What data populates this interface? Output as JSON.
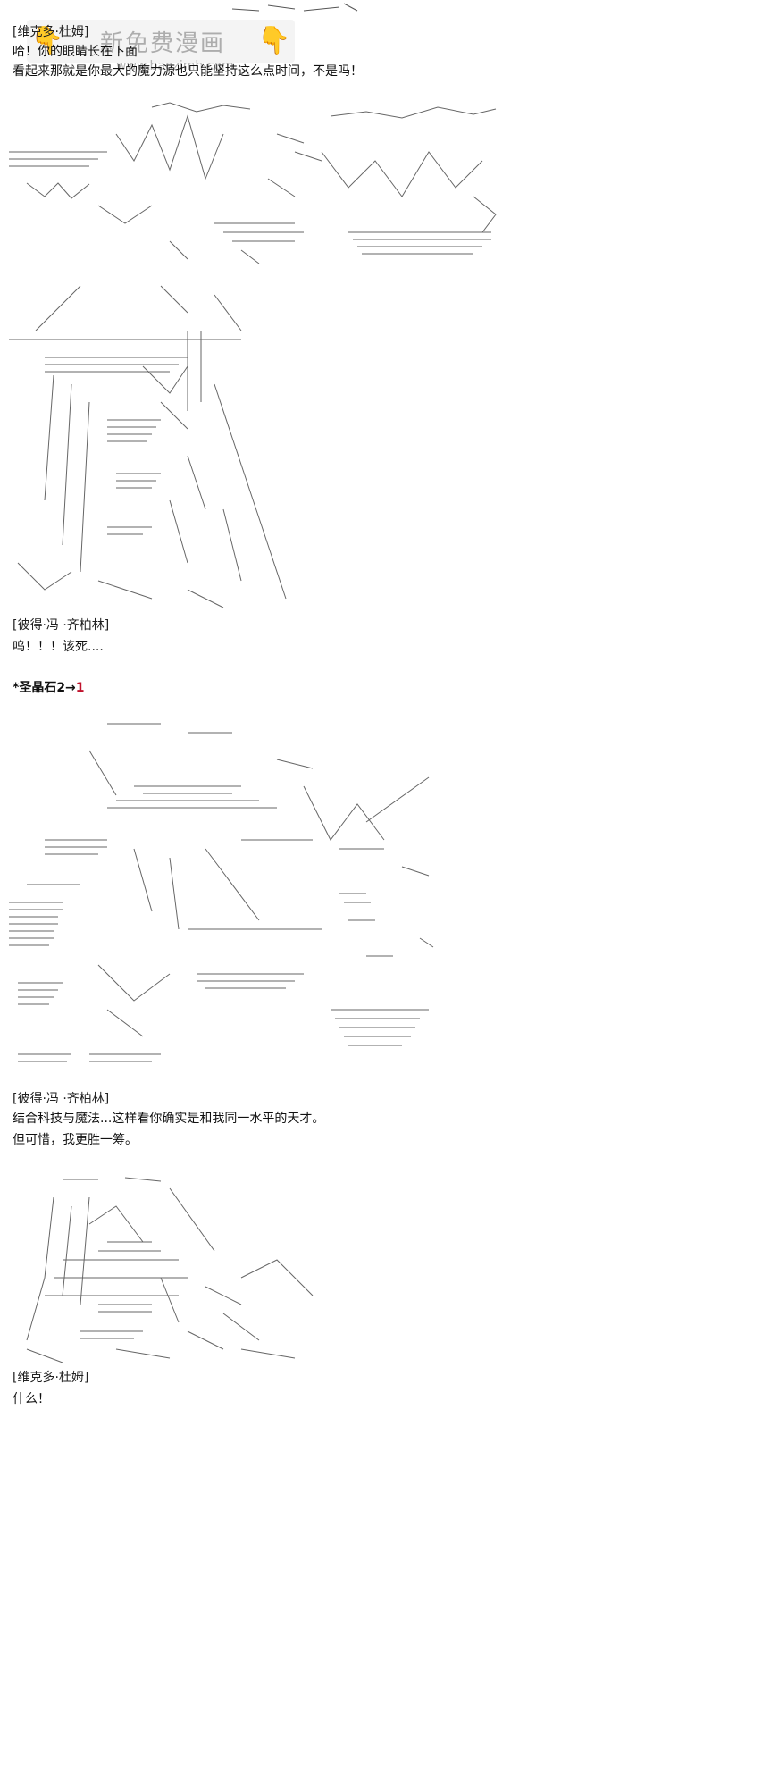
{
  "watermark": {
    "title": "新免费漫画",
    "url": "www.baozimh.com",
    "accent": "#f2b21b"
  },
  "dialogue1": {
    "speaker": "[维克多·杜姆]",
    "line1": "哈！你的眼睛长在下面",
    "line2": "看起来那就是你最大的魔力源也只能坚持这么点时间，不是吗！"
  },
  "dialogue2": {
    "speaker": "[彼得·冯 ·齐柏林]",
    "line1": "呜！！！该死...."
  },
  "stat": {
    "label": "*圣晶石2→",
    "value": "1",
    "value_color": "#c0122c"
  },
  "dialogue3": {
    "speaker": "[彼得·冯 ·齐柏林]",
    "line1": "结合科技与魔法...这样看你确实是和我同一水平的天才。",
    "line2": "但可惜，我更胜一筹。"
  },
  "dialogue4": {
    "speaker": "[维克多·杜姆]",
    "line1": "什么！"
  }
}
